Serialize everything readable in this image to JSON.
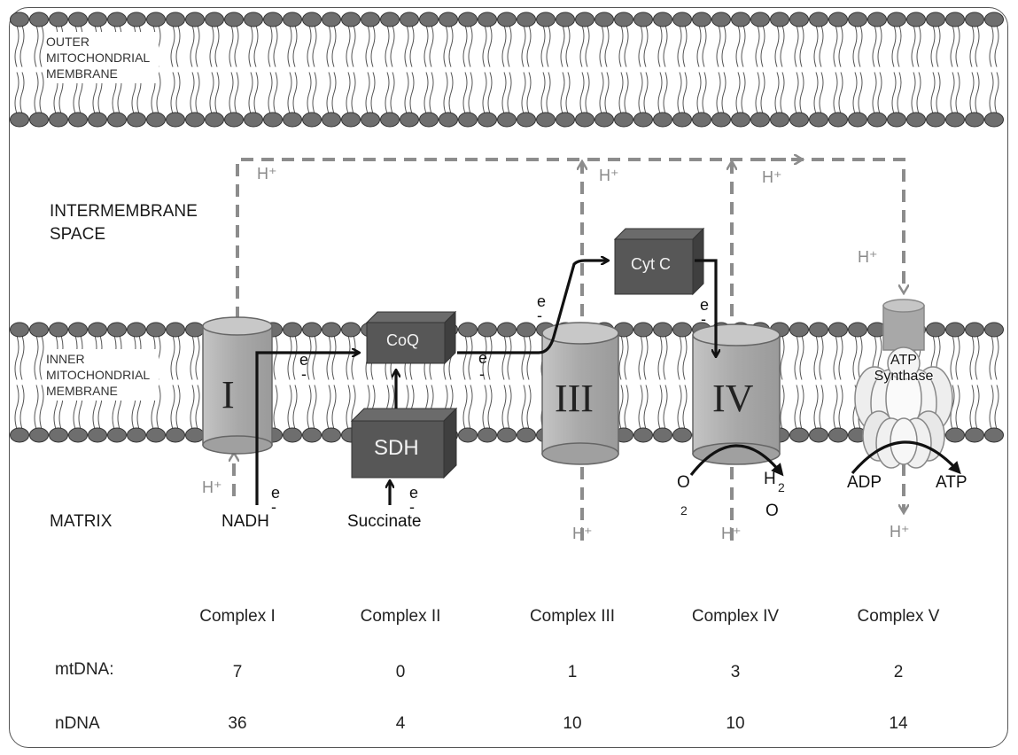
{
  "labels": {
    "outer_membrane": "OUTER\nMITOCHONDRIAL\nMEMBRANE",
    "intermembrane_space": "INTERMEMBRANE\nSPACE",
    "inner_membrane": "INNER\nMITOCHONDRIAL\nMEMBRANE",
    "matrix": "MATRIX"
  },
  "complexes": {
    "c1": "I",
    "c3": "III",
    "c4": "IV",
    "coq": "CoQ",
    "sdh": "SDH",
    "cytc": "Cyt C",
    "atp_synthase": "ATP\nSynthase"
  },
  "molecules": {
    "nadh": "NADH",
    "succinate": "Succinate",
    "o2_o": "O",
    "o2_sub": "2",
    "h2o_h": "H",
    "h2o_sub": "2",
    "h2o_o": "O",
    "adp": "ADP",
    "atp": "ATP"
  },
  "symbols": {
    "proton": "H⁺",
    "electron": "e",
    "minus": "-"
  },
  "table": {
    "headers": [
      "Complex I",
      "Complex II",
      "Complex III",
      "Complex IV",
      "Complex V"
    ],
    "rows": [
      {
        "label": "mtDNA:",
        "values": [
          "7",
          "0",
          "1",
          "3",
          "2"
        ]
      },
      {
        "label": "nDNA",
        "values": [
          "36",
          "4",
          "10",
          "10",
          "14"
        ]
      }
    ]
  },
  "colors": {
    "electron_path": "#111111",
    "proton_path": "#8c8c8c",
    "complex_fill": "#a6a6a6",
    "box_fill": "#555555",
    "lipid_head": "#6e6e6e"
  }
}
